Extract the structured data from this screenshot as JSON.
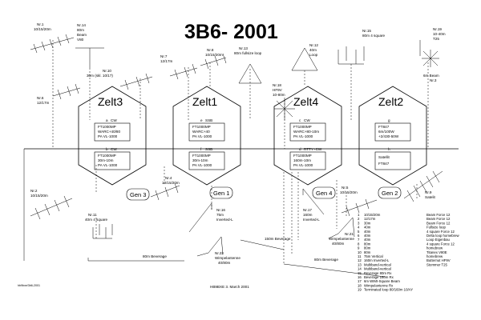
{
  "title": "3B6- 2001",
  "footer": "HB9BXE 3. March 2001",
  "corner_mark": "hb9bxe/3b6-2001",
  "tents": [
    {
      "name": "Zelt3",
      "gen": "Gen 3",
      "labels": [
        "a",
        "b"
      ],
      "top_band": "CW",
      "top_lines": [
        "FT1000MP",
        "WARC+40/80",
        "PA VL-1000"
      ],
      "bot_band": "CW",
      "bot_lines": [
        "FT1000MP",
        "30m-10m",
        "PA VL-1000"
      ]
    },
    {
      "name": "Zelt1",
      "gen": "Gen 1",
      "labels": [
        "e",
        "f"
      ],
      "top_band": "SSB",
      "top_lines": [
        "FT1000MP",
        "WARC+40",
        "PA VL-1000"
      ],
      "bot_band": "SSB",
      "bot_lines": [
        "FT1000MP",
        "30m-10m",
        "PA VL-1000"
      ]
    },
    {
      "name": "Zelt4",
      "gen": "Gen 4",
      "labels": [
        "c",
        "d"
      ],
      "top_band": "CW",
      "top_lines": [
        "FT1000MP",
        "WARC+80-10m",
        "PA VL-1000"
      ],
      "bot_band": "RTTY+CW",
      "bot_lines": [
        "FT1000MP",
        "160m-10m",
        "PA VL-1000"
      ]
    },
    {
      "name": "Zelt2",
      "gen": "Gen 2",
      "labels": [
        "g",
        "h"
      ],
      "top_band": "",
      "top_lines": [
        "FT847",
        "6m/100W",
        "+2/430-50W"
      ],
      "bot_band": "",
      "bot_lines": [
        "Satellit",
        "FT847"
      ]
    }
  ],
  "antennas": {
    "nr1": [
      "Nr.1",
      "10/15/20m"
    ],
    "nr14": [
      "Nr.14",
      "80m",
      "Beam",
      "V80"
    ],
    "nr10": [
      "Nr.10",
      "30m (skl. 10/17)"
    ],
    "nr6": [
      "Nr.6",
      "12/17m"
    ],
    "nr7": [
      "Nr.7",
      "12/17m"
    ],
    "nr8": [
      "Nr.8",
      "10/15/20m"
    ],
    "nr13": [
      "Nr.13",
      "80m fullsize loop"
    ],
    "nr12": [
      "Nr.12",
      "40m",
      "Loop"
    ],
    "nr15": [
      "Nr.15",
      "80m 4 square"
    ],
    "nr19": [
      "Nr.19",
      "10-40m",
      "T25"
    ],
    "nr3": [
      "6m Beam",
      "Nr.3"
    ],
    "nr18": [
      "Nr.18",
      "HF9V",
      "10-80m"
    ],
    "nr2": [
      "Nr.2",
      "10/15/20m"
    ],
    "nr4": [
      "Nr.4",
      "10/15/20m"
    ],
    "nr11": [
      "Nr.11",
      "40m 4 square"
    ],
    "nr16": [
      "Nr.16",
      "75m",
      "Inverted-L"
    ],
    "nr17": [
      "Nr.17",
      "160m",
      "Inverted-L"
    ],
    "nr5": [
      "Nr.5",
      "10/15/20m"
    ],
    "nr9": [
      "Nr.9",
      "Satelit"
    ],
    "nr21": [
      "Nr.21",
      "Wimpelantenne",
      "40/80m"
    ],
    "nr22": [
      "Nr.22",
      "Wimpelantenne",
      "40/80m"
    ]
  },
  "beverages": {
    "b80": "80m Beverage",
    "b150": "150m Beverage",
    "b80s": "80m Beverage"
  },
  "legend": [
    {
      "num": "1",
      "band": "10/15/20m",
      "type": "Beam Force 12"
    },
    {
      "num": "2",
      "band": "12/17m",
      "type": "Beam Force 12"
    },
    {
      "num": "3",
      "band": "30m",
      "type": "Beam Force 12"
    },
    {
      "num": "4",
      "band": "40m",
      "type": "Fullsize loop"
    },
    {
      "num": "5",
      "band": "40m",
      "type": "4 square Force 12"
    },
    {
      "num": "6",
      "band": "40m",
      "type": "Delta loop homebrew"
    },
    {
      "num": "7",
      "band": "40m",
      "type": "Loop Eigenbau"
    },
    {
      "num": "8",
      "band": "80m",
      "type": "4 square Force 12"
    },
    {
      "num": "9",
      "band": "80m",
      "type": "homebrew"
    },
    {
      "num": "10",
      "band": "80m",
      "type": "Titanex V80E"
    },
    {
      "num": "11",
      "band": "75m Vertical",
      "type": "homebrew"
    },
    {
      "num": "12",
      "band": "160m Inverted-L",
      "type": "Butternut HF9V"
    },
    {
      "num": "13",
      "band": "Multiband-vertical",
      "type": "Stommer T25"
    },
    {
      "num": "14",
      "band": "Multiband-vertical",
      "type": ""
    },
    {
      "num": "15",
      "band": "Beverage 80m Rx",
      "type": ""
    },
    {
      "num": "16",
      "band": "Beverage 160m Rx",
      "type": ""
    },
    {
      "num": "17",
      "band": "6m WIMI-Square Beam",
      "type": ""
    },
    {
      "num": "18",
      "band": "Wimpelantenne Rx",
      "type": ""
    },
    {
      "num": "19",
      "band": "Terminated loop 80/160m 10/AY",
      "type": ""
    }
  ]
}
